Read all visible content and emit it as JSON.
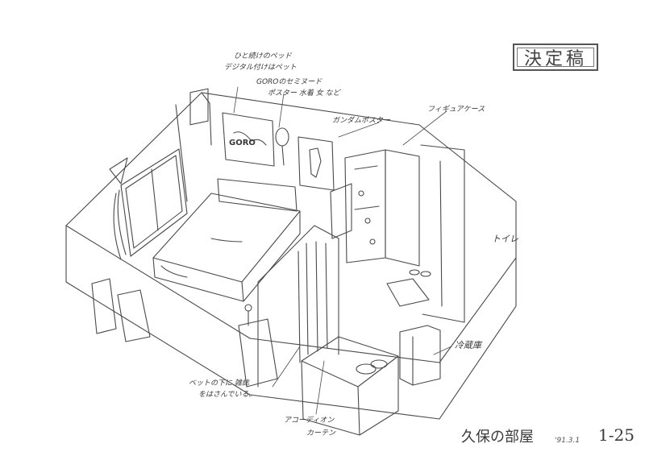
{
  "stamp": "決定稿",
  "notes": {
    "bed_top": "ひと続けのペッド",
    "bed_bottom": "デジタル付けはペット",
    "goro_poster": "GOROのセミヌード",
    "poster_swimsuit": "ポスター 水着 女 など",
    "gundam_poster": "ガンダムポスター",
    "figure_case": "フィギュアケース",
    "toilet": "トイレ",
    "fridge": "冷蔵庫",
    "under_bed_top": "ベットの下に 雑誌",
    "under_bed_bottom": "をはさんでいる。",
    "curtain_top": "アコーディオン",
    "curtain_bottom": "カーテン"
  },
  "goro_label": "GORO",
  "caption": "久保の部屋",
  "date": "'91.3.1",
  "scene_no": "1-25"
}
